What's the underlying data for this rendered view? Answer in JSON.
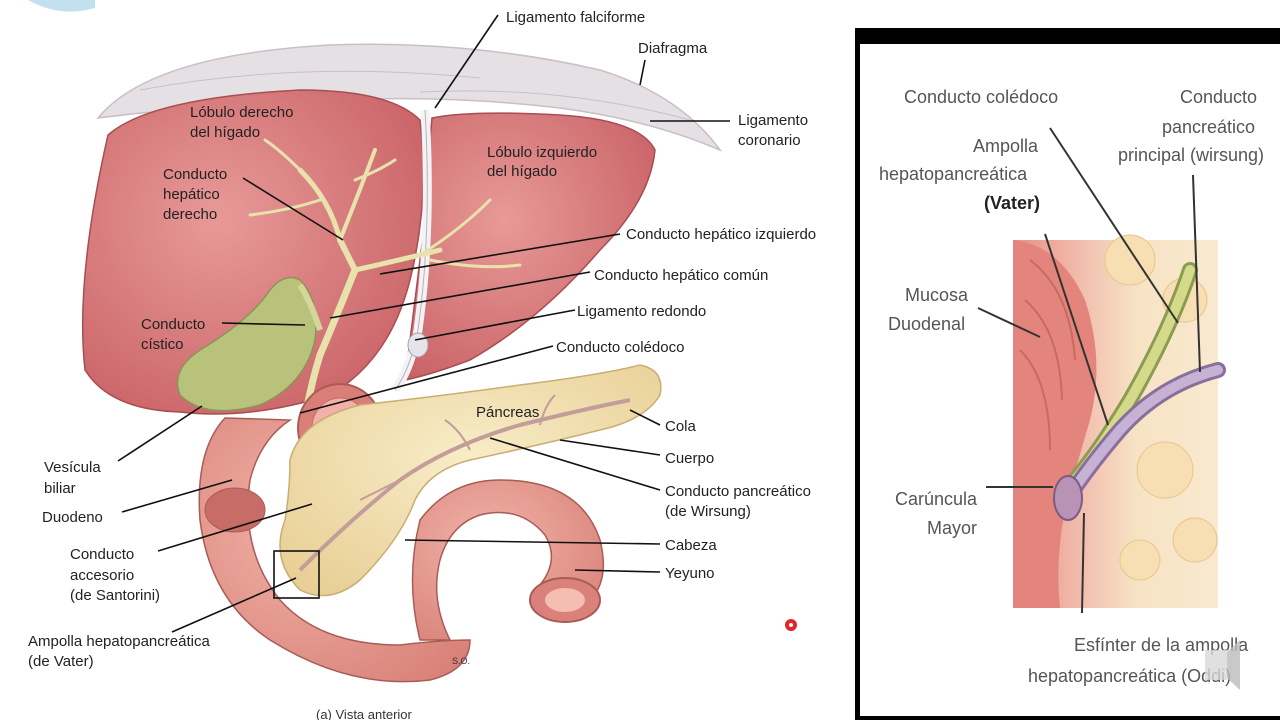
{
  "main_figure": {
    "caption": "(a) Vista anterior",
    "signature": "S.O.",
    "labels": {
      "ligamento_falciforme": "Ligamento falciforme",
      "diafragma": "Diafragma",
      "ligamento_coronario_1": "Ligamento",
      "ligamento_coronario_2": "coronario",
      "lobulo_derecho_1": "Lóbulo derecho",
      "lobulo_derecho_2": "del hígado",
      "lobulo_izquierdo_1": "Lóbulo izquierdo",
      "lobulo_izquierdo_2": "del hígado",
      "conducto_hepatico_derecho_1": "Conducto",
      "conducto_hepatico_derecho_2": "hepático",
      "conducto_hepatico_derecho_3": "derecho",
      "conducto_hepatico_izquierdo": "Conducto hepático izquierdo",
      "conducto_hepatico_comun": "Conducto hepático común",
      "ligamento_redondo": "Ligamento redondo",
      "conducto_coledoco": "Conducto colédoco",
      "conducto_cistico_1": "Conducto",
      "conducto_cistico_2": "cístico",
      "pancreas": "Páncreas",
      "cola": "Cola",
      "cuerpo": "Cuerpo",
      "conducto_pancreatico_1": "Conducto pancreático",
      "conducto_pancreatico_2": "(de Wirsung)",
      "cabeza": "Cabeza",
      "yeyuno": "Yeyuno",
      "vesicula_1": "Vesícula",
      "vesicula_2": "biliar",
      "duodeno": "Duodeno",
      "conducto_accesorio_1": "Conducto",
      "conducto_accesorio_2": "accesorio",
      "conducto_accesorio_3": "(de Santorini)",
      "ampolla_1": "Ampolla hepatopancreática",
      "ampolla_2": "(de Vater)"
    }
  },
  "inset_figure": {
    "labels": {
      "conducto_coledoco": "Conducto colédoco",
      "conducto_pancreatico_1": "Conducto",
      "conducto_pancreatico_2": "pancreático",
      "conducto_pancreatico_3": "principal (wirsung)",
      "ampolla_1": "Ampolla",
      "ampolla_2": "hepatopancreática",
      "ampolla_3": "(Vater)",
      "mucosa_1": "Mucosa",
      "mucosa_2": "Duodenal",
      "caruncula_1": "Carúncula",
      "caruncula_2": "Mayor",
      "esfinter_1": "Esfínter de la ampolla",
      "esfinter_2": "hepatopancreática (Oddi)"
    }
  },
  "colors": {
    "liver": "#d8787a",
    "gallbladder": "#b9c27a",
    "pancreas": "#f1dfb0",
    "duodenum": "#e49a90",
    "diaphragm": "#e8e3e6",
    "bile_duct": "#e6e0a8"
  },
  "cursor_indicator": "red-dot-icon",
  "corner_logo": "speaker-icon"
}
